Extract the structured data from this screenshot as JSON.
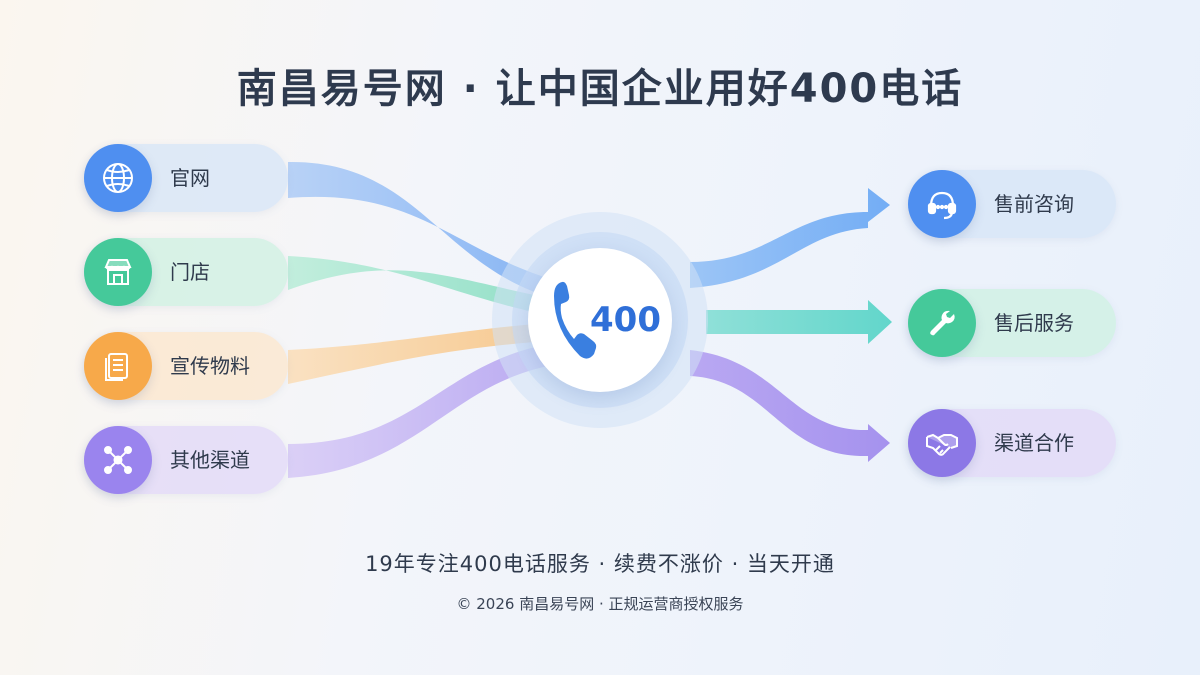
{
  "title": "南昌易号网 · 让中国企业用好400电话",
  "hub": {
    "number": "400",
    "icon": "phone-icon",
    "color": "#2f6fd8"
  },
  "sources": [
    {
      "label": "官网",
      "icon": "globe-icon",
      "color": "#4f8ff0"
    },
    {
      "label": "门店",
      "icon": "storefront-icon",
      "color": "#45c99a"
    },
    {
      "label": "宣传物料",
      "icon": "document-icon",
      "color": "#f7a94a"
    },
    {
      "label": "其他渠道",
      "icon": "network-icon",
      "color": "#9a84ee"
    }
  ],
  "targets": [
    {
      "label": "售前咨询",
      "icon": "headset-icon",
      "color": "#4f8ff0"
    },
    {
      "label": "售后服务",
      "icon": "wrench-icon",
      "color": "#45c99a"
    },
    {
      "label": "渠道合作",
      "icon": "handshake-icon",
      "color": "#8c78e6"
    }
  ],
  "tagline": "19年专注400电话服务 · 续费不涨价 · 当天开通",
  "footer": "© 2026 南昌易号网 · 正规运营商授权服务"
}
